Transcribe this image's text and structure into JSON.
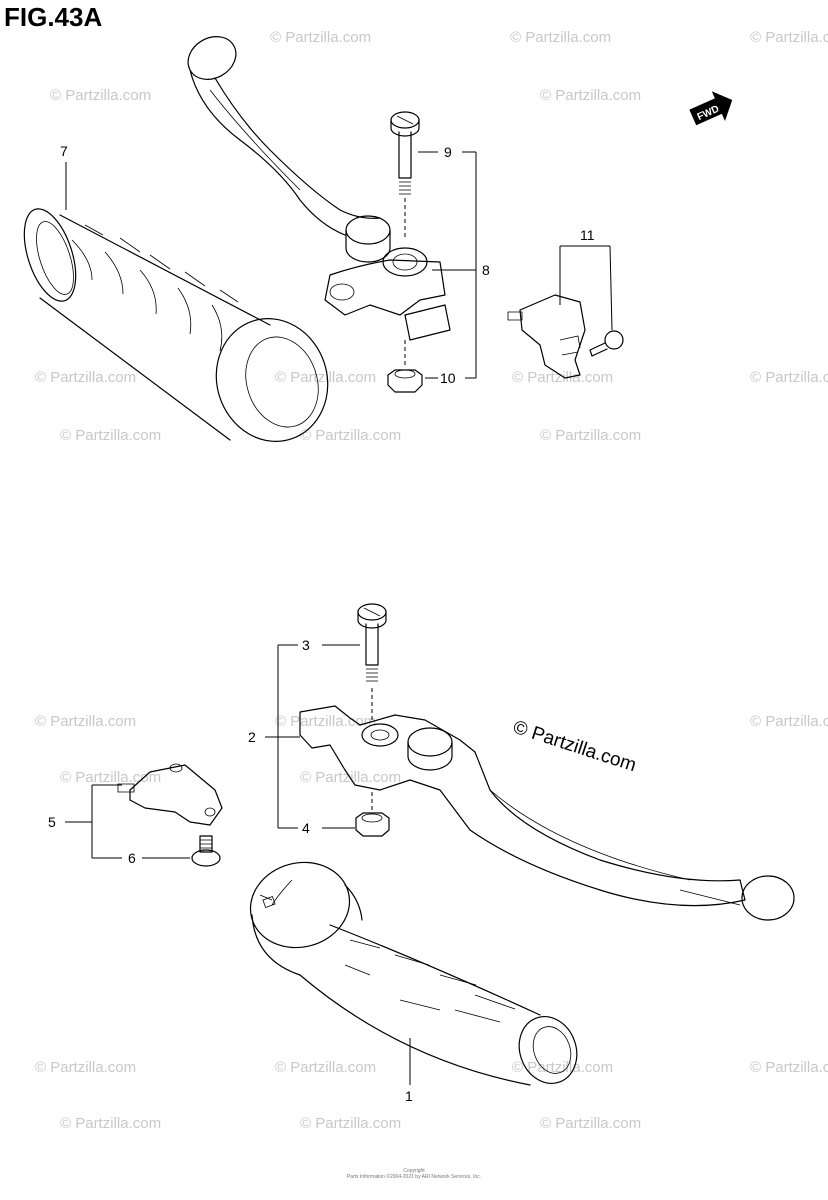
{
  "figure": {
    "title": "FIG.43A"
  },
  "watermark": {
    "text": "© Partzilla.com",
    "main_text": "© Partzilla.com"
  },
  "fwd_badge": {
    "text": "FWD"
  },
  "labels": {
    "p1": "1",
    "p2": "2",
    "p3": "3",
    "p4": "4",
    "p5": "5",
    "p6": "6",
    "p7": "7",
    "p8": "8",
    "p9": "9",
    "p10": "10",
    "p11": "11"
  },
  "footer": {
    "line1": "Copyright",
    "line2": "Parts Information ©2004-2021 by ARI Network Services, Inc."
  }
}
